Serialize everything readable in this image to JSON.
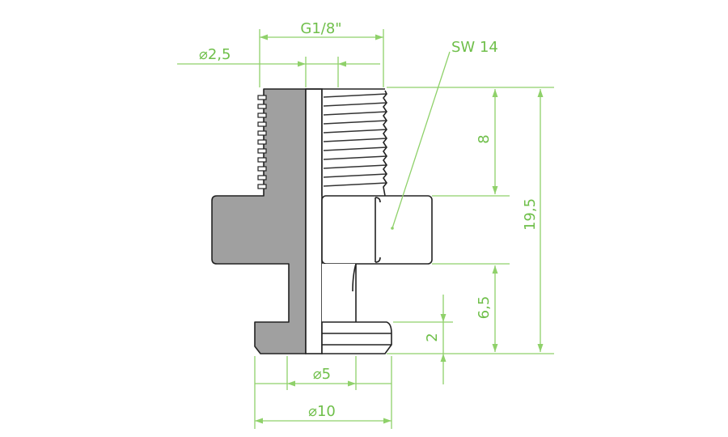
{
  "dimensions": {
    "thread": "G1/8\"",
    "bore_small": "⌀2,5",
    "wrench_size": "SW 14",
    "thread_length": "8",
    "total_height": "19,5",
    "lower_height": "6,5",
    "flange_thickness": "2",
    "diameter_inner": "⌀5",
    "diameter_outer": "⌀10"
  },
  "colors": {
    "dimension": "#8fd16a",
    "body": "#a0a0a0",
    "outline": "#222222"
  }
}
